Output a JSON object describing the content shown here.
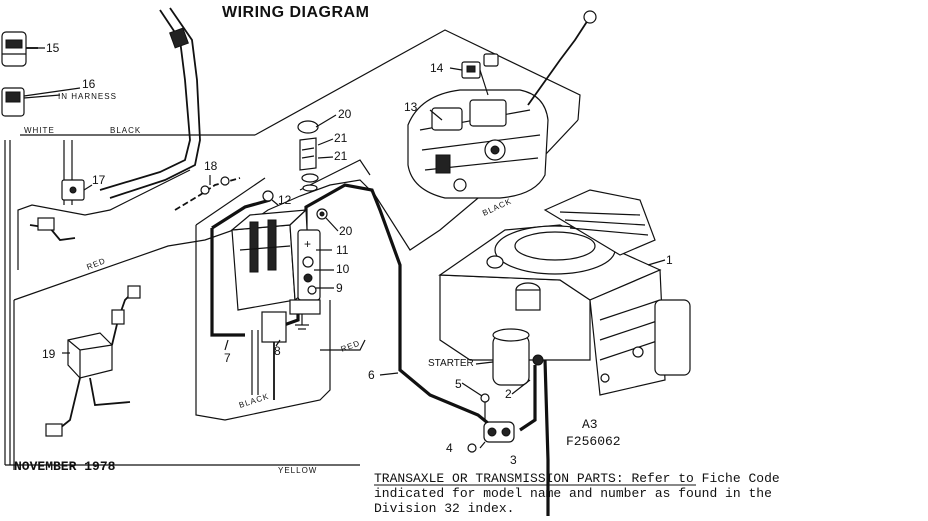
{
  "diagram": {
    "title": "WIRING DIAGRAM",
    "callouts": {
      "n1": "1",
      "n2": "2",
      "n3": "3",
      "n4": "4",
      "n5": "5",
      "n6": "6",
      "n7": "7",
      "n8": "8",
      "n9": "9",
      "n10": "10",
      "n11": "11",
      "n12": "12",
      "n13": "13",
      "n14": "14",
      "n15": "15",
      "n16": "16",
      "n17": "17",
      "n18": "18",
      "n19": "19",
      "n20a": "20",
      "n20b": "20",
      "n21a": "21",
      "n21b": "21"
    },
    "harness_note": "IN HARNESS",
    "wire_labels": {
      "white": "WHITE",
      "black_top": "BLACK",
      "black_engine": "BLACK",
      "black_lower": "BLACK",
      "red_left": "RED",
      "red_right": "RED",
      "yellow": "YELLOW"
    },
    "starter_label": "STARTER",
    "ref_code": "A3",
    "fiche_code": "F256062",
    "date": "NOVEMBER 1978",
    "footnote": {
      "line1": "TRANSAXLE OR TRANSMISSION PARTS:  Refer to Fiche Code",
      "line2": "indicated for model name and number as found in the",
      "line3": "Division 32 index."
    }
  }
}
